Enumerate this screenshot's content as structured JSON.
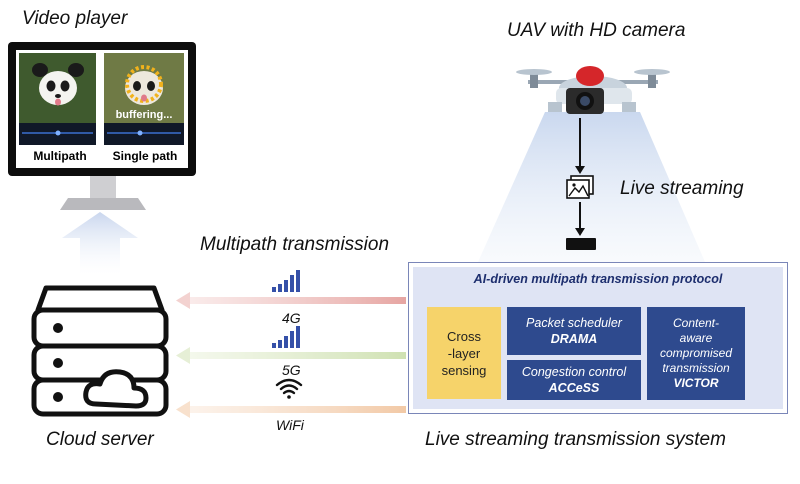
{
  "labels": {
    "video_player": "Video  player",
    "uav": "UAV with HD camera",
    "live_streaming": "Live streaming",
    "multipath_transmission": "Multipath transmission",
    "cloud_server": "Cloud server",
    "system": "Live streaming transmission system"
  },
  "monitor": {
    "left_caption": "Multipath",
    "right_caption": "Single path",
    "buffering": "buffering..."
  },
  "links": {
    "lte": "4G",
    "nr": "5G",
    "wifi": "WiFi"
  },
  "protocol": {
    "title": "AI-driven multipath transmission protocol",
    "cross_layer_line1": "Cross",
    "cross_layer_line2": "-layer",
    "cross_layer_line3": "sensing",
    "packet_scheduler": "Packet scheduler",
    "drama": "DRAMA",
    "congestion_control": "Congestion control",
    "access": "ACCeSS",
    "content_line1": "Content-",
    "content_line2": "aware",
    "content_line3": "compromised",
    "content_line4": "transmission",
    "victor": "VICTOR"
  },
  "colors": {
    "lte_arrow": "#e6a5a2",
    "nr_arrow": "#cfe1b2",
    "wifi_arrow": "#f2c9a6",
    "proto_blue": "#2e4a8e",
    "cross_yellow": "#f6d36a",
    "signal_blue": "#3550a8",
    "upload_arrow": "#c9d6ee"
  }
}
